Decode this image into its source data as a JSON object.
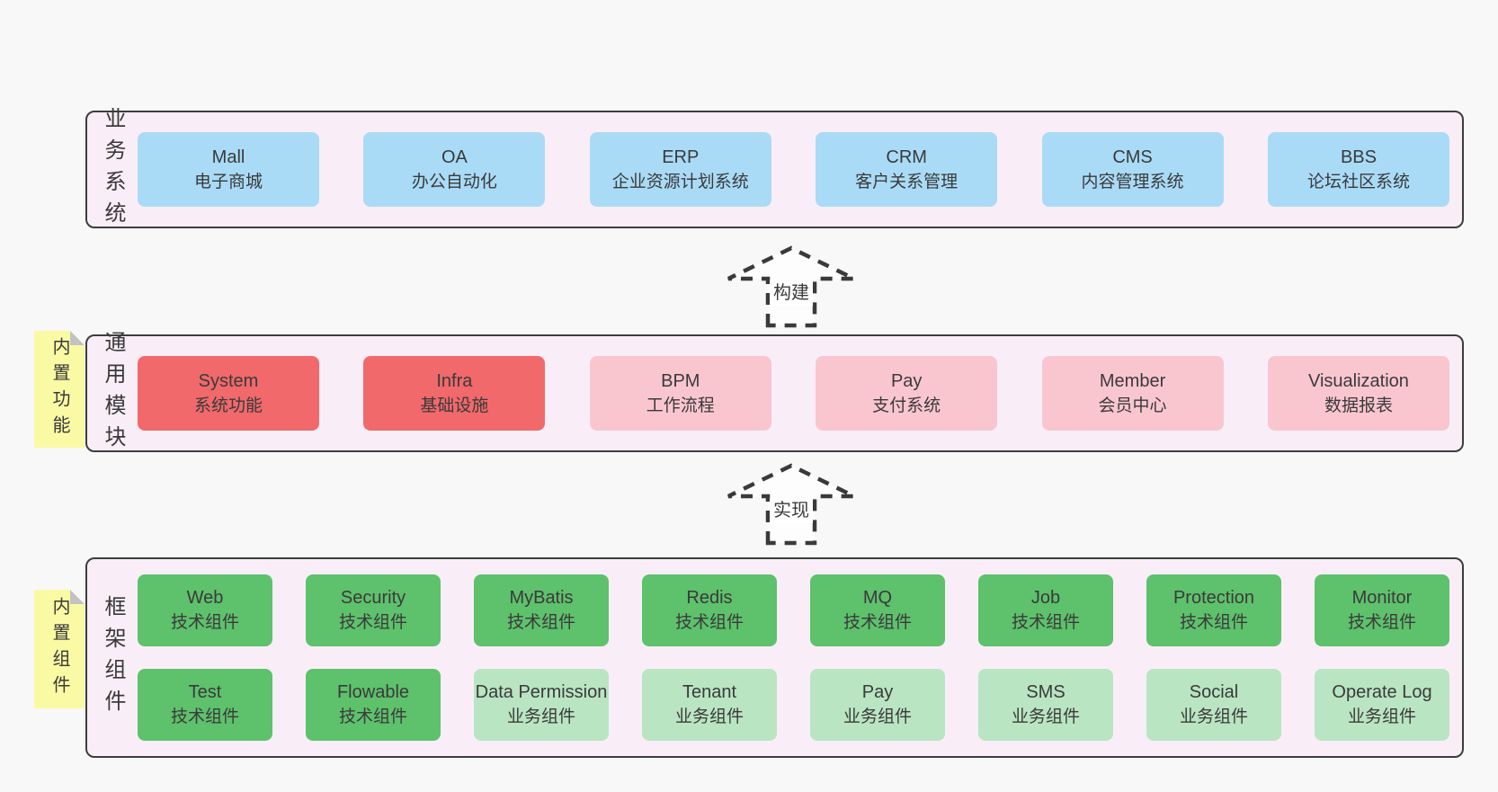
{
  "colors": {
    "page_bg": "#f8f8f8",
    "band_bg": "#f9eef7",
    "band_border": "#3d3d3d",
    "box_blue": "#a9dbf6",
    "box_red": "#f1696b",
    "box_pink": "#f9c6cf",
    "box_green": "#5ec16c",
    "box_green_light": "#b9e5c2",
    "note_yellow": "#fafaa4",
    "text": "#3a3a3a"
  },
  "bands": {
    "business": {
      "label": "业务系统",
      "boxes": [
        {
          "en": "Mall",
          "zh": "电子商城",
          "variant": "blue"
        },
        {
          "en": "OA",
          "zh": "办公自动化",
          "variant": "blue"
        },
        {
          "en": "ERP",
          "zh": "企业资源计划系统",
          "variant": "blue"
        },
        {
          "en": "CRM",
          "zh": "客户关系管理",
          "variant": "blue"
        },
        {
          "en": "CMS",
          "zh": "内容管理系统",
          "variant": "blue"
        },
        {
          "en": "BBS",
          "zh": "论坛社区系统",
          "variant": "blue"
        }
      ]
    },
    "modules": {
      "label": "通用模块",
      "note": "内置功能",
      "boxes": [
        {
          "en": "System",
          "zh": "系统功能",
          "variant": "red"
        },
        {
          "en": "Infra",
          "zh": "基础设施",
          "variant": "red"
        },
        {
          "en": "BPM",
          "zh": "工作流程",
          "variant": "pink"
        },
        {
          "en": "Pay",
          "zh": "支付系统",
          "variant": "pink"
        },
        {
          "en": "Member",
          "zh": "会员中心",
          "variant": "pink"
        },
        {
          "en": "Visualization",
          "zh": "数据报表",
          "variant": "pink"
        }
      ]
    },
    "components": {
      "label": "框架组件",
      "note": "内置组件",
      "row1": [
        {
          "en": "Web",
          "zh": "技术组件",
          "variant": "green"
        },
        {
          "en": "Security",
          "zh": "技术组件",
          "variant": "green"
        },
        {
          "en": "MyBatis",
          "zh": "技术组件",
          "variant": "green"
        },
        {
          "en": "Redis",
          "zh": "技术组件",
          "variant": "green"
        },
        {
          "en": "MQ",
          "zh": "技术组件",
          "variant": "green"
        },
        {
          "en": "Job",
          "zh": "技术组件",
          "variant": "green"
        },
        {
          "en": "Protection",
          "zh": "技术组件",
          "variant": "green"
        },
        {
          "en": "Monitor",
          "zh": "技术组件",
          "variant": "green"
        }
      ],
      "row2": [
        {
          "en": "Test",
          "zh": "技术组件",
          "variant": "green"
        },
        {
          "en": "Flowable",
          "zh": "技术组件",
          "variant": "green"
        },
        {
          "en": "Data Permission",
          "zh": "业务组件",
          "variant": "green-light"
        },
        {
          "en": "Tenant",
          "zh": "业务组件",
          "variant": "green-light"
        },
        {
          "en": "Pay",
          "zh": "业务组件",
          "variant": "green-light"
        },
        {
          "en": "SMS",
          "zh": "业务组件",
          "variant": "green-light"
        },
        {
          "en": "Social",
          "zh": "业务组件",
          "variant": "green-light"
        },
        {
          "en": "Operate Log",
          "zh": "业务组件",
          "variant": "green-light"
        }
      ]
    }
  },
  "arrows": {
    "build": {
      "label": "构建"
    },
    "implement": {
      "label": "实现"
    }
  }
}
